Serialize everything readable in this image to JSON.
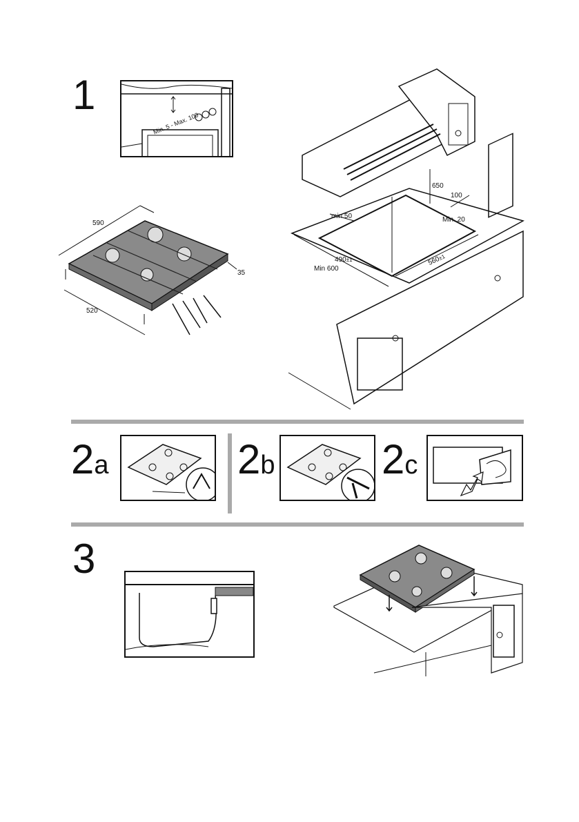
{
  "steps": {
    "s1": "1",
    "s2a": {
      "num": "2",
      "suffix": "a"
    },
    "s2b": {
      "num": "2",
      "suffix": "b"
    },
    "s2c": {
      "num": "2",
      "suffix": "c"
    },
    "s3": "3"
  },
  "detail1": {
    "clearance": "Min. 5 - Max. 100"
  },
  "hob_dims": {
    "width": "590",
    "depth": "520",
    "height": "35"
  },
  "kitchen_dims": {
    "hood_height": "650",
    "side_clearance": "100",
    "min_front": "min.50",
    "min_back": "Min. 20",
    "cut_depth": "490",
    "cut_depth_tol": "±1",
    "min_worktop": "Min 600",
    "cut_width": "560",
    "cut_width_tol": "±1"
  },
  "colors": {
    "separator": "#aaaaaa",
    "line": "#111111",
    "hob_fill": "#8a8a8a"
  }
}
